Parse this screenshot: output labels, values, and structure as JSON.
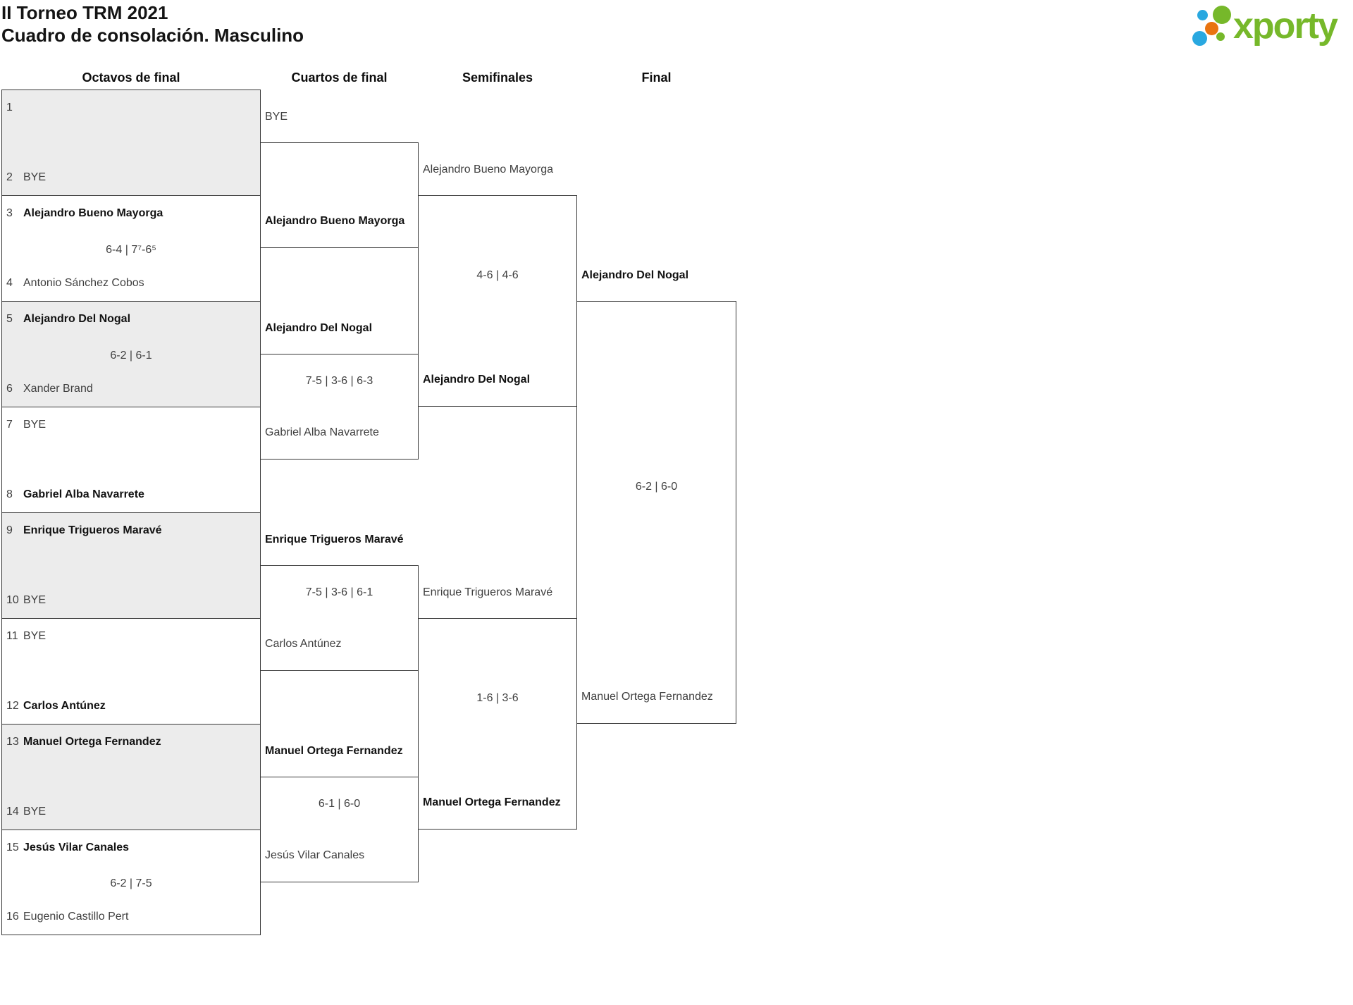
{
  "header": {
    "title_line1": "II Torneo TRM 2021",
    "title_line2": "Cuadro de consolación. Masculino",
    "logo_text": "xporty",
    "logo_colors": {
      "green": "#76b82a",
      "blue": "#29a8e0",
      "orange": "#e97410"
    }
  },
  "rounds": [
    {
      "label": "Octavos de final"
    },
    {
      "label": "Cuartos de final"
    },
    {
      "label": "Semifinales"
    },
    {
      "label": "Final"
    }
  ],
  "bracket": {
    "octavos": [
      {
        "seed_top": "1",
        "player_top": "",
        "score": "",
        "seed_bottom": "2",
        "player_bottom": "BYE"
      },
      {
        "seed_top": "3",
        "player_top": "Alejandro Bueno Mayorga",
        "score": "6-4 | 7⁷-6⁵",
        "seed_bottom": "4",
        "player_bottom": "Antonio Sánchez Cobos"
      },
      {
        "seed_top": "5",
        "player_top": "Alejandro Del Nogal",
        "score": "6-2 | 6-1",
        "seed_bottom": "6",
        "player_bottom": "Xander Brand"
      },
      {
        "seed_top": "7",
        "player_top": "BYE",
        "score": "",
        "seed_bottom": "8",
        "player_bottom": "Gabriel Alba Navarrete"
      },
      {
        "seed_top": "9",
        "player_top": "Enrique Trigueros Maravé",
        "score": "",
        "seed_bottom": "10",
        "player_bottom": "BYE"
      },
      {
        "seed_top": "11",
        "player_top": "BYE",
        "score": "",
        "seed_bottom": "12",
        "player_bottom": "Carlos Antúnez"
      },
      {
        "seed_top": "13",
        "player_top": "Manuel Ortega Fernandez",
        "score": "",
        "seed_bottom": "14",
        "player_bottom": "BYE"
      },
      {
        "seed_top": "15",
        "player_top": "Jesús Vilar Canales",
        "score": "6-2 | 7-5",
        "seed_bottom": "16",
        "player_bottom": "Eugenio Castillo Pert"
      }
    ],
    "cuartos": [
      {
        "player_top": "BYE",
        "score": "",
        "player_bottom": "Alejandro Bueno Mayorga"
      },
      {
        "player_top": "Alejandro Del Nogal",
        "score": "7-5 | 3-6 | 6-3",
        "player_bottom": "Gabriel Alba Navarrete"
      },
      {
        "player_top": "Enrique Trigueros Maravé",
        "score": "7-5 | 3-6 | 6-1",
        "player_bottom": "Carlos Antúnez"
      },
      {
        "player_top": "Manuel Ortega Fernandez",
        "score": "6-1 | 6-0",
        "player_bottom": "Jesús Vilar Canales"
      }
    ],
    "semifinales": [
      {
        "player_top": "Alejandro Bueno Mayorga",
        "score": "4-6 | 4-6",
        "player_bottom": "Alejandro Del Nogal"
      },
      {
        "player_top": "Enrique Trigueros Maravé",
        "score": "1-6 | 3-6",
        "player_bottom": "Manuel Ortega Fernandez"
      }
    ],
    "final": [
      {
        "player_top": "Alejandro Del Nogal",
        "score": "6-2 | 6-0",
        "player_bottom": "Manuel Ortega Fernandez"
      }
    ]
  }
}
